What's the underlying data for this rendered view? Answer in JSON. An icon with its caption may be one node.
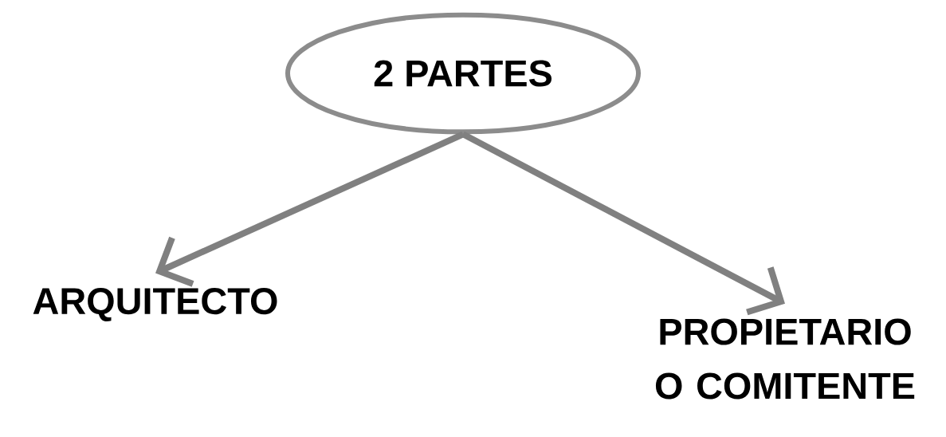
{
  "diagram": {
    "nodes": [
      {
        "text": [
          "2 PARTES"
        ]
      },
      {
        "text": [
          "ARQUITECTO"
        ]
      },
      {
        "text": [
          "PROPIETARIO O COMITENTE"
        ]
      }
    ],
    "edges": [
      {
        "from": 0,
        "to": 1,
        "arrow": "to"
      },
      {
        "from": 0,
        "to": 2,
        "arrow": "to"
      }
    ]
  }
}
